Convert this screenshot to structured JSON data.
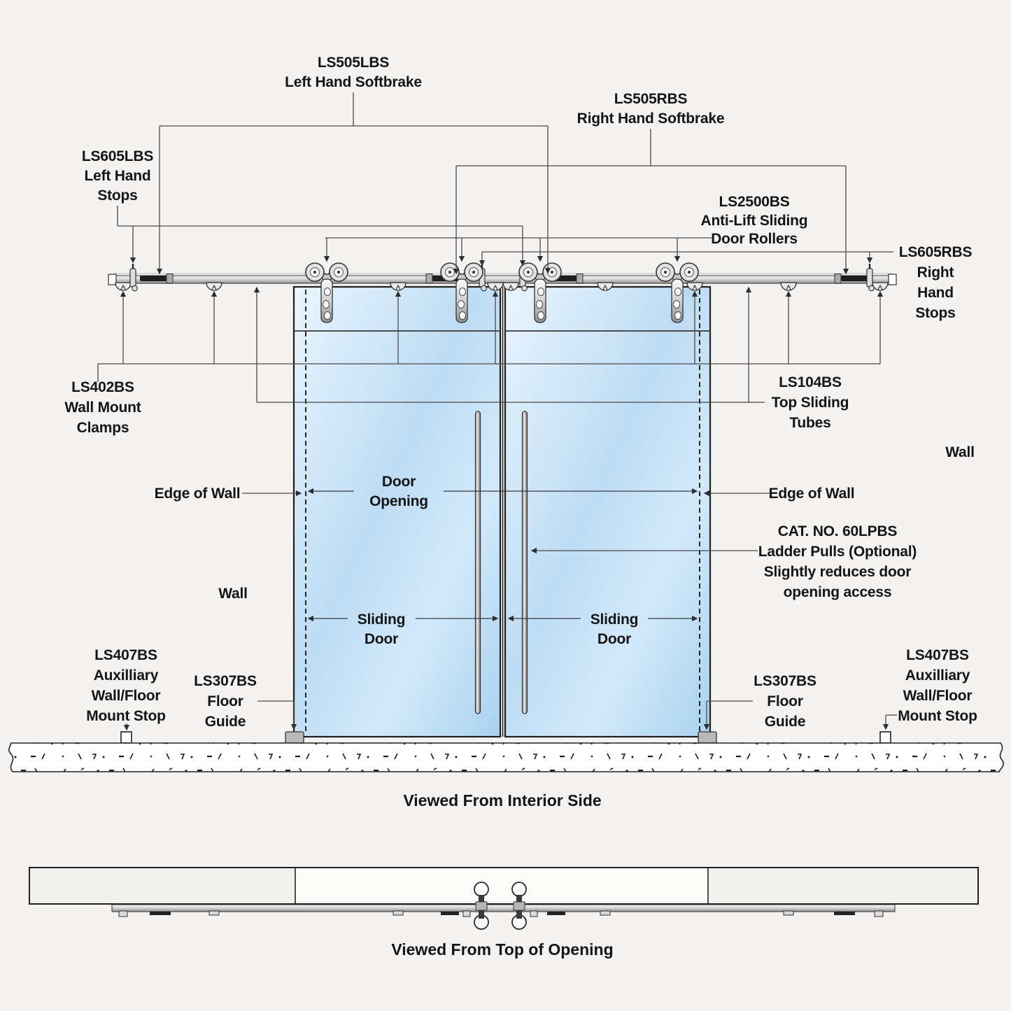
{
  "title": "Double Sliding Glass Door System Diagram",
  "colors": {
    "background": "#f4f3f1",
    "glass_blue": "#bddcf4",
    "glass_light": "#e9f5fe",
    "metal_light": "#f5f5f5",
    "metal_mid": "#cfcfcf",
    "metal_dark": "#8f8f8f",
    "hardware_dark": "#1d1d1d",
    "leader_line": "#4a4a4a",
    "text": "#141414",
    "wall_fill": "#f1f1ee",
    "floor_fill": "#ffffff"
  },
  "views": {
    "interior": {
      "caption": "Viewed From Interior Side"
    },
    "top": {
      "caption": "Viewed From Top of Opening"
    }
  },
  "labels": {
    "softbrake_left": {
      "lines": [
        "LS505LBS",
        "Left Hand Softbrake"
      ]
    },
    "softbrake_right": {
      "lines": [
        "LS505RBS",
        "Right Hand Softbrake"
      ]
    },
    "stops_left": {
      "lines": [
        "LS605LBS",
        "Left Hand",
        "Stops"
      ]
    },
    "anti_lift_rollers": {
      "lines": [
        "LS2500BS",
        "Anti-Lift Sliding",
        "Door Rollers"
      ]
    },
    "stops_right": {
      "lines": [
        "LS605RBS",
        "Right",
        "Hand",
        "Stops"
      ]
    },
    "wall_mount_clamps": {
      "lines": [
        "LS402BS",
        "Wall Mount",
        "Clamps"
      ]
    },
    "top_sliding_tubes": {
      "lines": [
        "LS104BS",
        "Top Sliding",
        "Tubes"
      ]
    },
    "wall_right": {
      "lines": [
        "Wall"
      ]
    },
    "wall_left": {
      "lines": [
        "Wall"
      ]
    },
    "edge_of_wall_left": {
      "lines": [
        "Edge of Wall"
      ]
    },
    "edge_of_wall_right": {
      "lines": [
        "Edge of Wall"
      ]
    },
    "door_opening": {
      "lines": [
        "Door",
        "Opening"
      ]
    },
    "ladder_pulls": {
      "lines": [
        "CAT. NO. 60LPBS",
        "Ladder Pulls (Optional)",
        "Slightly reduces door",
        "opening access"
      ]
    },
    "sliding_door_left": {
      "lines": [
        "Sliding",
        "Door"
      ]
    },
    "sliding_door_right": {
      "lines": [
        "Sliding",
        "Door"
      ]
    },
    "aux_stop_left": {
      "lines": [
        "LS407BS",
        "Auxilliary",
        "Wall/Floor",
        "Mount Stop"
      ]
    },
    "floor_guide_left": {
      "lines": [
        "LS307BS",
        "Floor",
        "Guide"
      ]
    },
    "floor_guide_right": {
      "lines": [
        "LS307BS",
        "Floor",
        "Guide"
      ]
    },
    "aux_stop_right": {
      "lines": [
        "LS407BS",
        "Auxilliary",
        "Wall/Floor",
        "Mount Stop"
      ]
    }
  }
}
